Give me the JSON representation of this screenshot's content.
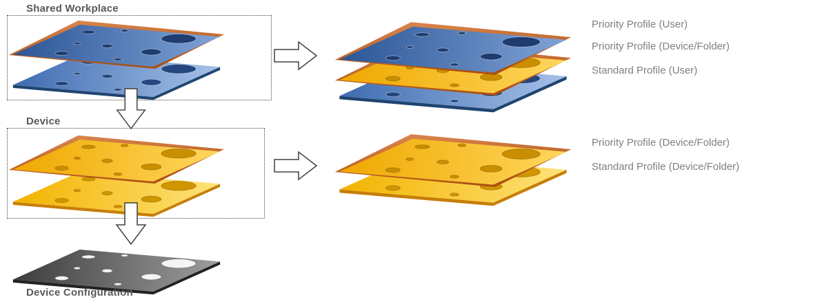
{
  "labels": {
    "shared_workplace": "Shared Workplace",
    "device": "Device",
    "device_configuration": "Device Configuration"
  },
  "stack_user": {
    "labels": [
      "Priority Profile (User)",
      "Priority Profile (Device/Folder)",
      "Standard Profile (User)"
    ]
  },
  "stack_device": {
    "labels": [
      "Priority Profile (Device/Folder)",
      "Standard Profile (Device/Folder)"
    ]
  },
  "colors": {
    "background": "#FFFFFF",
    "label_bold": "#595959",
    "label_gray": "#7F7F7F",
    "box_border": "#404040",
    "arrow_outline": "#3F3F3F",
    "arrow_fill": "#FFFFFF",
    "rim_light": "#DD8A52",
    "rim_dark": "#AE4F10",
    "variants": {
      "blue_priority": {
        "from": "#2B5596",
        "to": "#7FA3D6",
        "hole": "#1E3C6F",
        "hole_stroke": "rgba(255,255,255,0.45)",
        "rim": true
      },
      "blue_standard": {
        "from": "#3E6BB0",
        "to": "#A6C1E8",
        "hole": "#24477F",
        "hole_stroke": "rgba(255,255,255,0.45)",
        "edge": "#1F4570"
      },
      "yellow_priority": {
        "from": "#EFA800",
        "to": "#FFD75E",
        "hole": "#C98F00",
        "hole_stroke": "rgba(124,77,0,0.5)",
        "rim": true
      },
      "yellow_standard": {
        "from": "#F2B300",
        "to": "#FFE27A",
        "hole": "#CF9600",
        "hole_stroke": "rgba(124,77,0,0.5)",
        "edge": "#C77E06"
      },
      "gray": {
        "from": "#3C3C3C",
        "to": "#9E9E9E",
        "hole": "#F4F4F4",
        "hole_stroke": "#6E6E6E",
        "edge": "#222222"
      }
    }
  }
}
